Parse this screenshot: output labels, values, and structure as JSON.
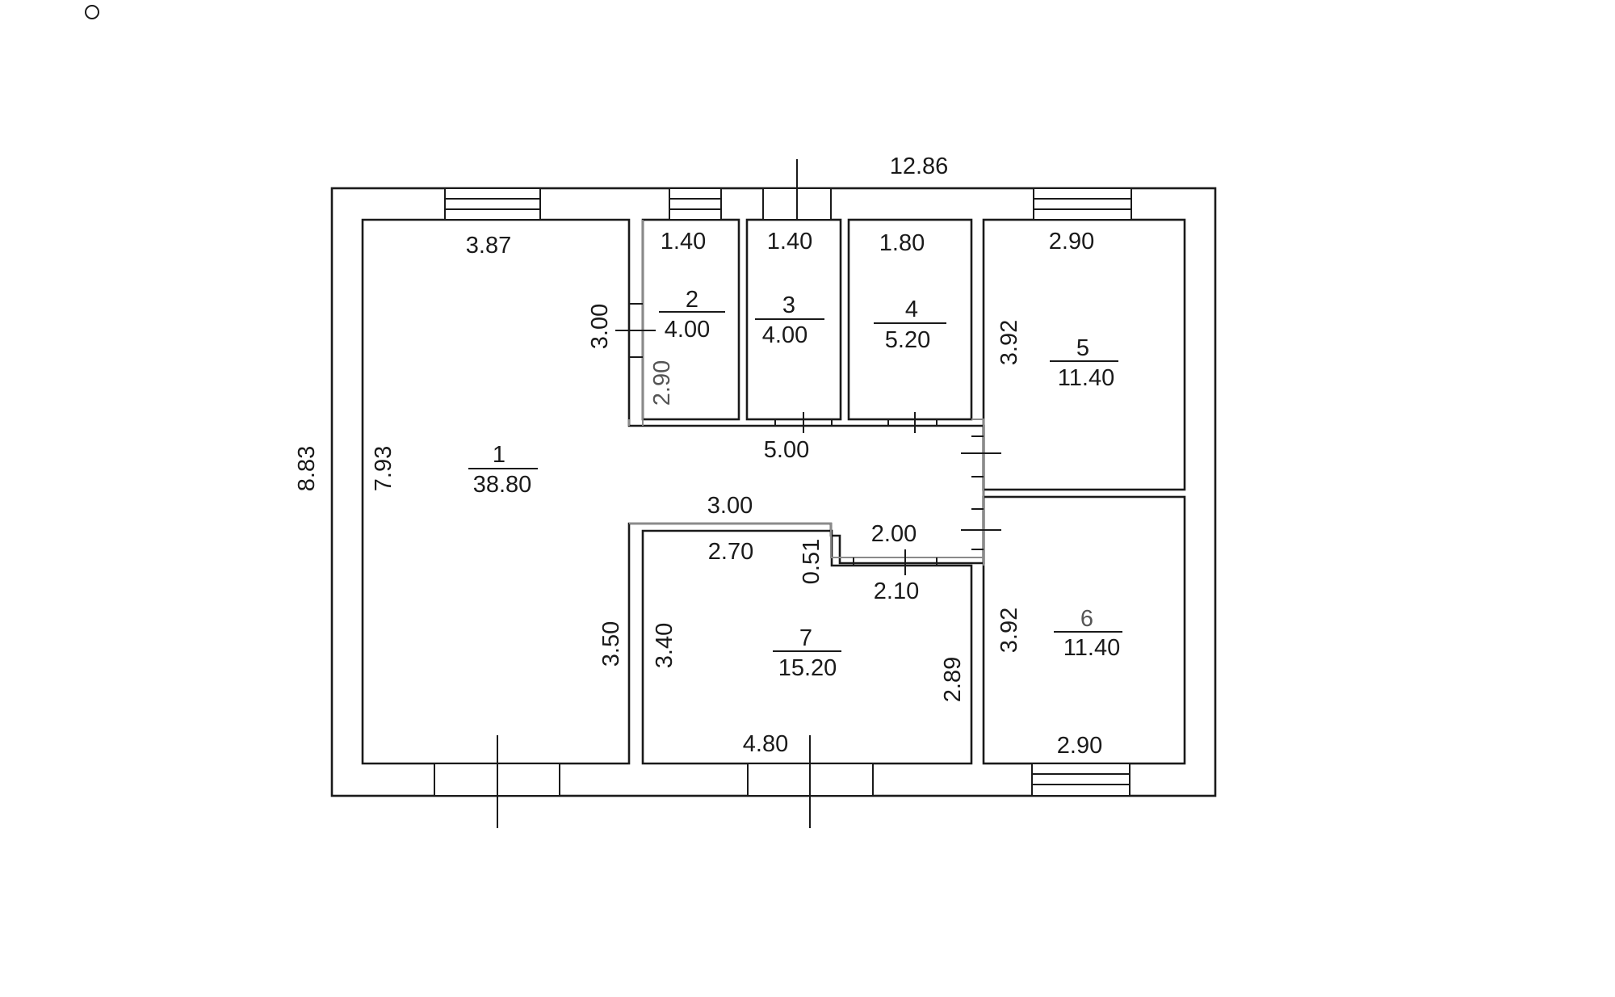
{
  "overall": {
    "width": "12.86",
    "height": "8.83"
  },
  "rooms": [
    {
      "number": "1",
      "area": "38.80"
    },
    {
      "number": "2",
      "area": "4.00"
    },
    {
      "number": "3",
      "area": "4.00"
    },
    {
      "number": "4",
      "area": "5.20"
    },
    {
      "number": "5",
      "area": "11.40"
    },
    {
      "number": "6",
      "area": "11.40"
    },
    {
      "number": "7",
      "area": "15.20"
    }
  ],
  "dimensions": {
    "r1_top": "3.87",
    "r1_left": "7.93",
    "r1_right_upper": "3.00",
    "r1_right_lower": "3.50",
    "r2_top": "1.40",
    "r2_left": "2.90",
    "r3_top": "1.40",
    "r4_top": "1.80",
    "r5_top": "2.90",
    "r5_left": "3.92",
    "r6_left": "3.92",
    "r6_bottom": "2.90",
    "corridor_top": "5.00",
    "corridor_mid": "3.00",
    "corridor_step": "0.51",
    "corridor_right": "2.00",
    "corridor_lower": "2.10",
    "r7_top": "2.70",
    "r7_left": "3.40",
    "r7_right": "2.89",
    "r7_bottom": "4.80"
  },
  "colors": {
    "line": "#1a1a1a",
    "partition": "#8a8a8a",
    "background": "#ffffff"
  }
}
